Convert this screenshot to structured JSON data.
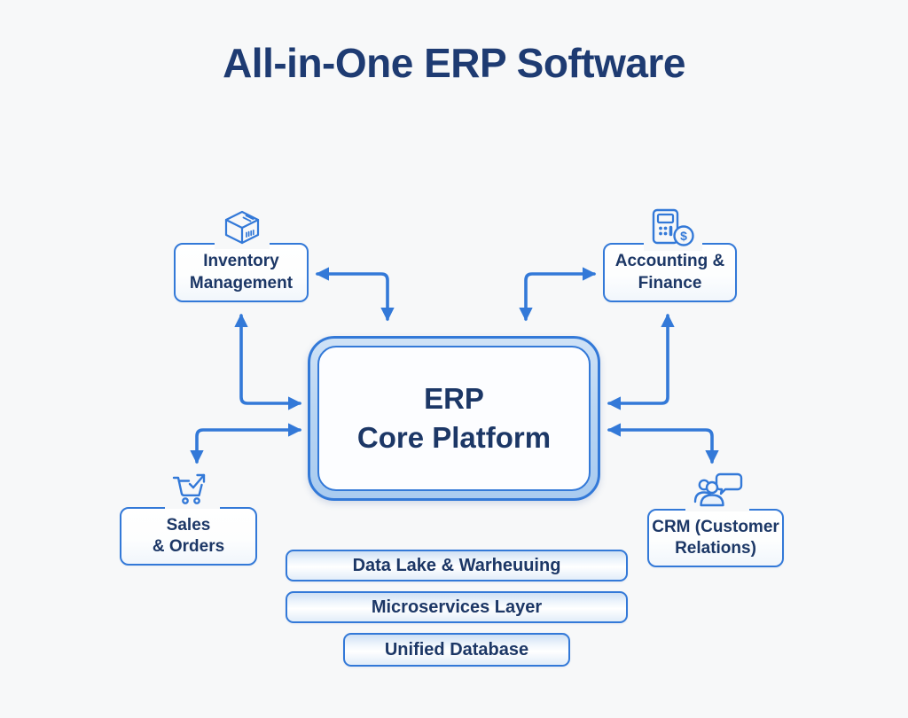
{
  "title": "All-in-One ERP Software",
  "colors": {
    "accent_blue": "#3379d8",
    "band_blue": "#bcd7f3",
    "text_navy": "#1c3766",
    "title_navy": "#1e3b72",
    "background": "#f7f8f9"
  },
  "core": {
    "line1": "ERP",
    "line2": "Core Platform"
  },
  "modules": {
    "inventory": {
      "line1": "Inventory",
      "line2": "Management",
      "icon": "package-icon"
    },
    "accounting": {
      "line1": "Accounting &",
      "line2": "Finance",
      "icon": "calculator-dollar-icon"
    },
    "sales": {
      "line1": "Sales",
      "line2": "& Orders",
      "icon": "cart-growth-icon"
    },
    "crm": {
      "line1": "CRM (Customer",
      "line2": "Relations)",
      "icon": "people-chat-icon"
    }
  },
  "layers": [
    {
      "label": "Data Lake & Warheuuing"
    },
    {
      "label": "Microservices Layer"
    },
    {
      "label": "Unified Database"
    }
  ],
  "icons": {
    "coin_symbol": "$"
  }
}
